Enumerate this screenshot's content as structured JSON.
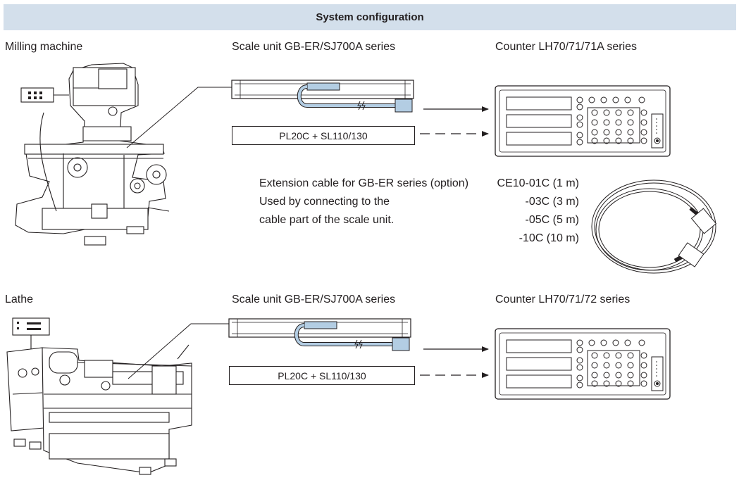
{
  "header": {
    "title": "System configuration"
  },
  "section1": {
    "machine_label": "Milling machine",
    "scale_label": "Scale unit GB-ER/SJ700A series",
    "counter_label": "Counter LH70/71/71A series",
    "box_label": "PL20C + SL110/130"
  },
  "extension": {
    "lines": [
      "Extension cable for GB-ER series (option)",
      "Used by connecting to the",
      "cable part of the scale unit."
    ],
    "models": [
      "CE10-01C (1 m)",
      "-03C (3 m)",
      "-05C (5 m)",
      "-10C (10 m)"
    ]
  },
  "section2": {
    "machine_label": "Lathe",
    "scale_label": "Scale unit GB-ER/SJ700A series",
    "counter_label": "Counter LH70/71/72 series",
    "box_label": "PL20C + SL110/130"
  }
}
